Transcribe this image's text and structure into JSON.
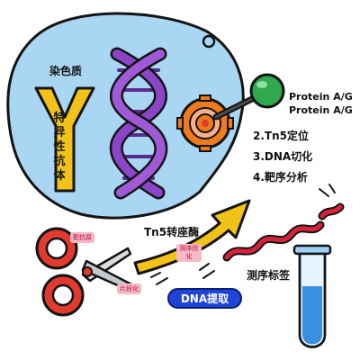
{
  "diagram": {
    "cell_label": "染色质",
    "antibody_label": "特异性抗体",
    "protein_labels": [
      "Protein A/G",
      "Protein A/G"
    ],
    "steps": [
      "2.Tn5定位",
      "3.DNA切化",
      "4.靶序分析"
    ],
    "enzyme_label": "Tn5转座酶",
    "tag_labels": {
      "antibody": "靶抗原",
      "fragment": "片段化",
      "tagging": "测序段化"
    },
    "dna_extraction_label": "DNA提取",
    "sequencing_tag_label": "测序标签",
    "colors": {
      "cell": "#a9d6f2",
      "antibody": "#f2c21a",
      "helix": "#8a45c8",
      "target": "#f07a1e",
      "protein_ball": "#2fa84e",
      "scissors": "#e23a2e",
      "arrow": "#f2c21a",
      "dna_strand": "#d8223a",
      "tube": "#3a8fe0",
      "dna_button": "#1f45d6"
    },
    "icons": [
      "chromatin-cell",
      "antibody-icon",
      "dna-helix-icon",
      "target-icon",
      "protein-ag-icon",
      "scissors-icon",
      "arrow-icon",
      "dna-strand-icon",
      "test-tube-icon"
    ]
  }
}
